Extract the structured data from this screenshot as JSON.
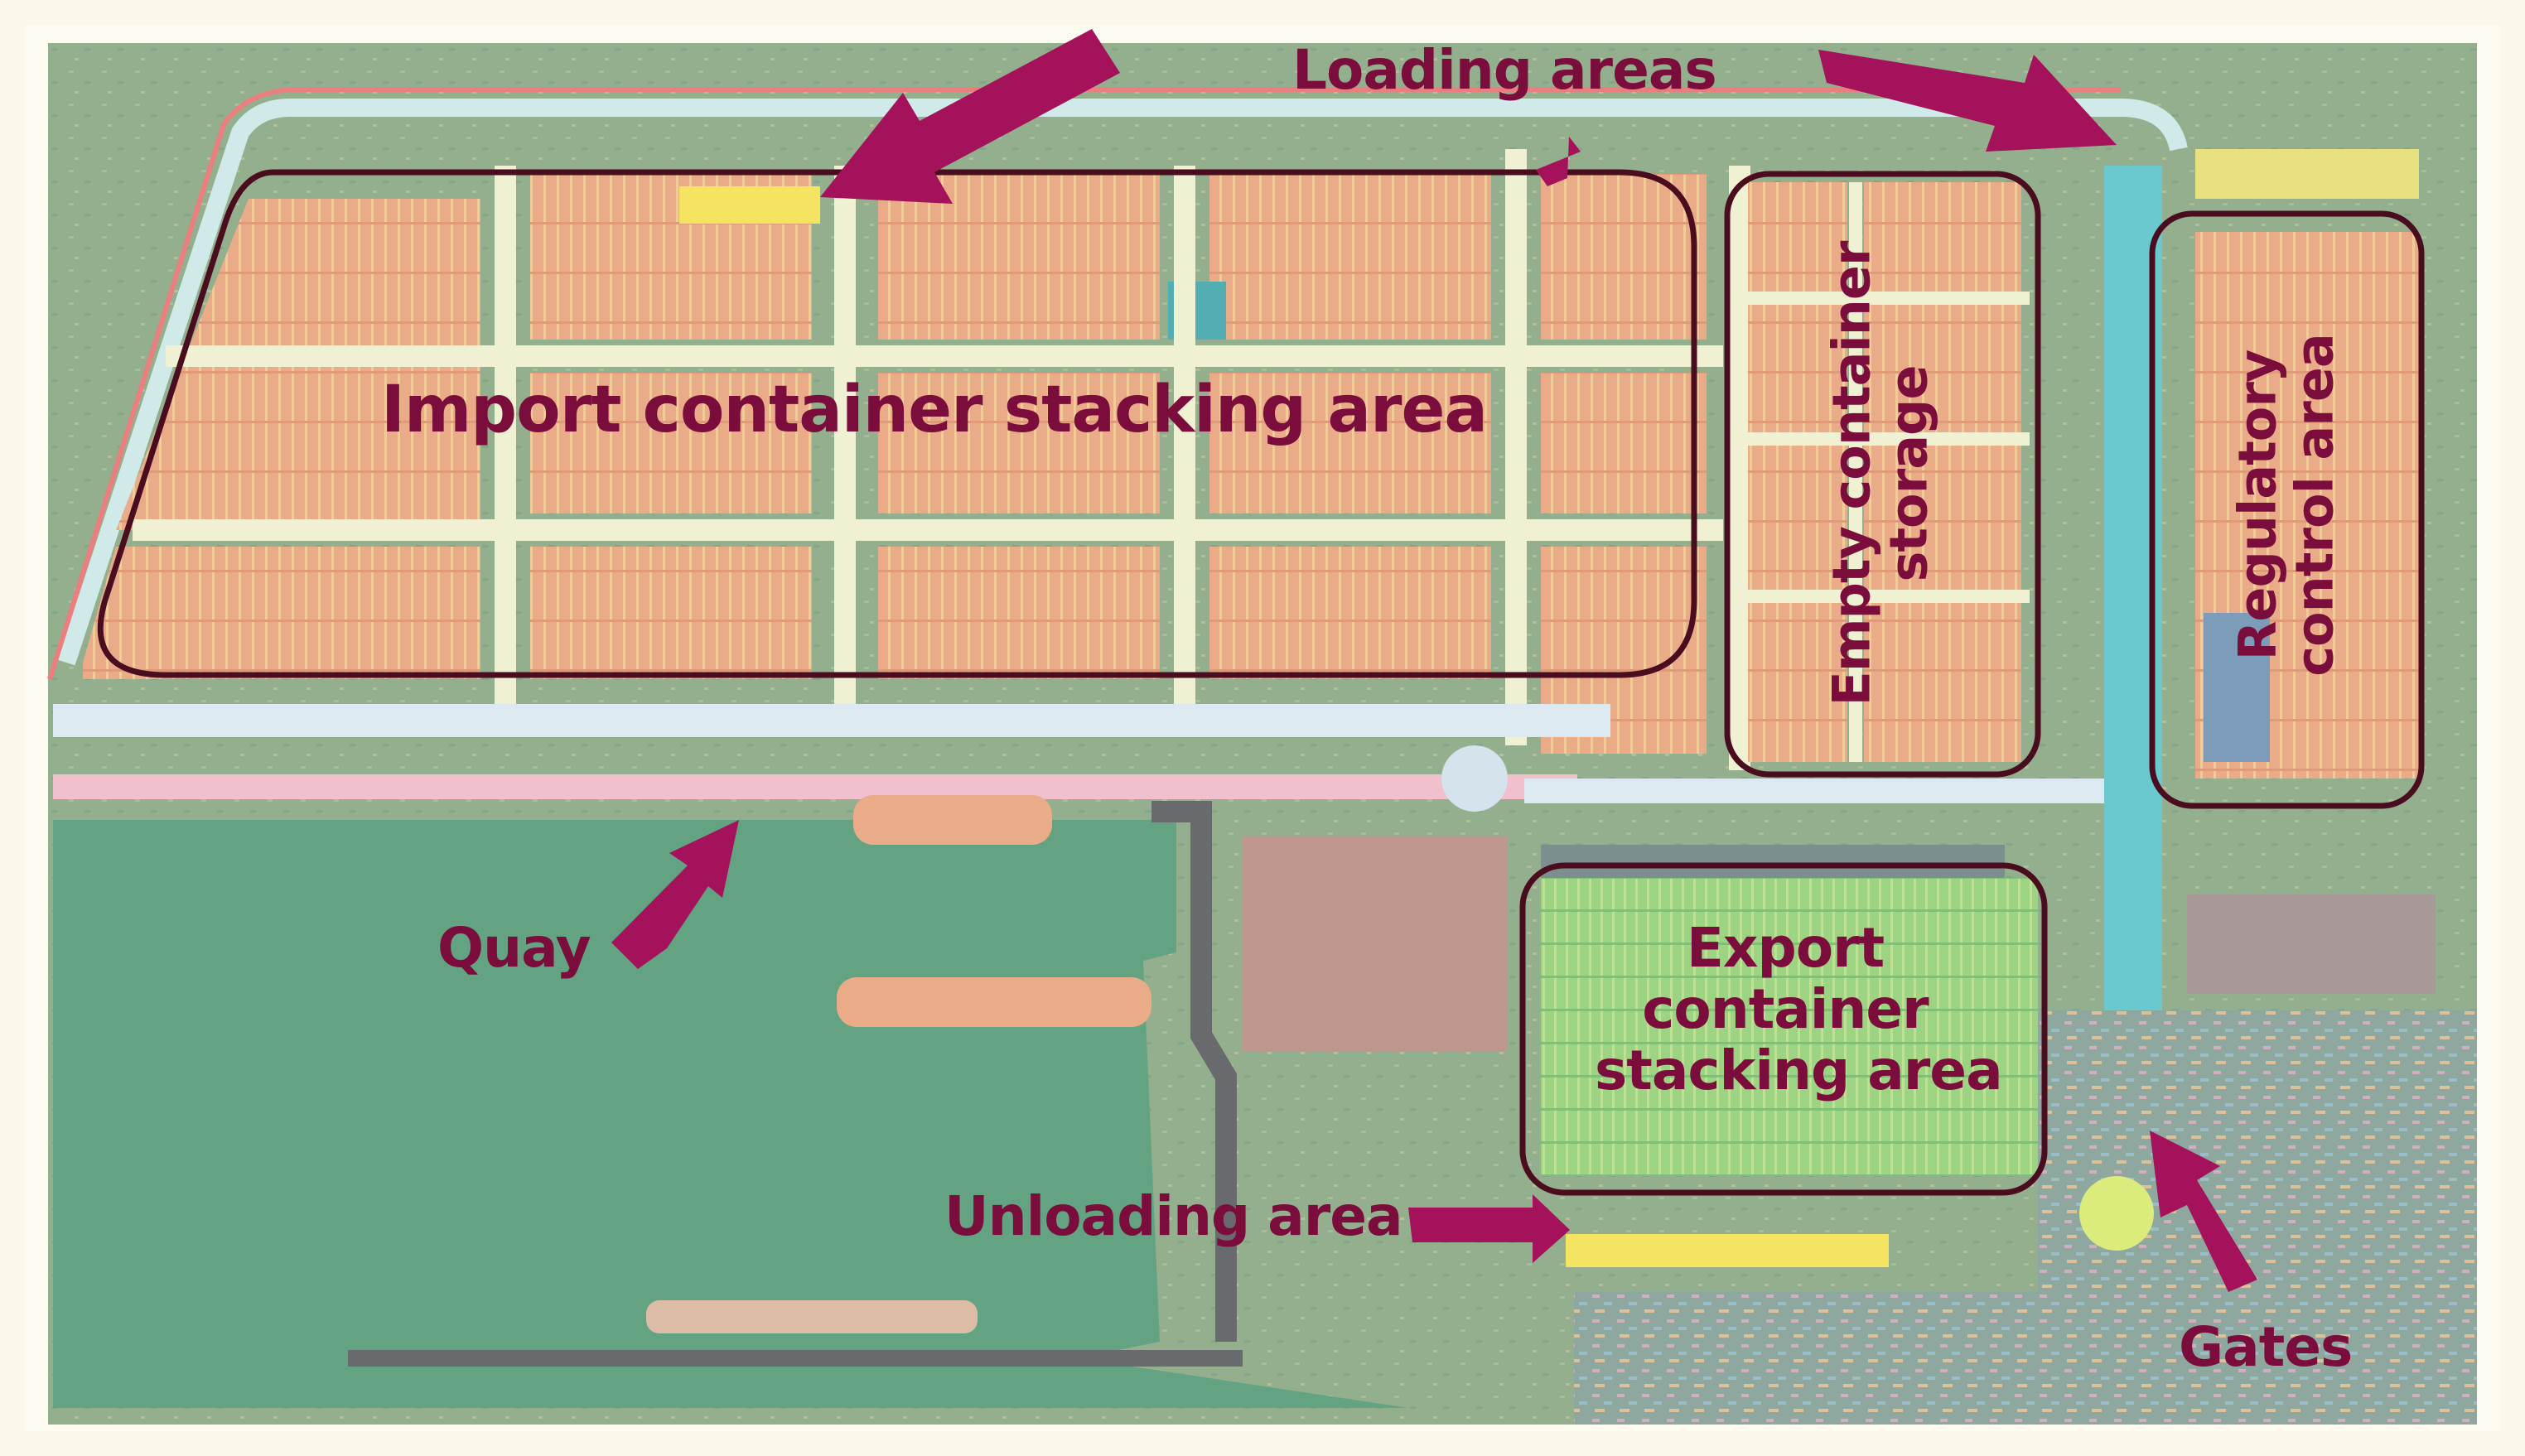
{
  "labels": {
    "loading_areas": "Loading areas",
    "import_area": "Import container stacking area",
    "empty_storage": [
      "Empty container",
      "storage"
    ],
    "regulatory": [
      "Regulatory",
      "control area"
    ],
    "quay": "Quay",
    "export_area": [
      "Export",
      "container",
      "stacking area"
    ],
    "unloading_area": "Unloading area",
    "gates": "Gates"
  },
  "colors": {
    "label": "#7b0d3c",
    "arrow": "#a3125a",
    "outline": "#4a0c1f",
    "water": "#4f9770",
    "land": "#86a47e",
    "import_stacks": "#e7a178",
    "export_stacks": "#8fce74",
    "road": "#eef0cc"
  },
  "icons": {
    "arrow": "arrow-icon"
  }
}
